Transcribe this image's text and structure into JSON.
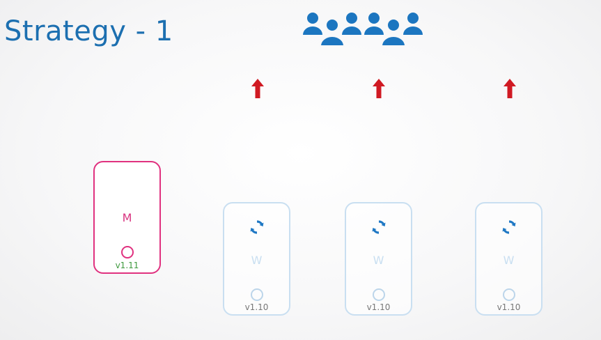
{
  "title": "Strategy - 1",
  "colors": {
    "title": "#1c6fb0",
    "users": "#1c76c0",
    "arrow": "#d01a23",
    "master_border": "#e0317f",
    "master_label": "#d8337f",
    "master_version": "#3f9a3f",
    "worker_border": "#c9dff1",
    "worker_label": "#c9dff1",
    "sync_icon": "#1f78c4"
  },
  "icons": {
    "users": "users-group-icon",
    "arrow": "arrow-up-icon",
    "sync": "sync-icon",
    "circle": "circle-icon"
  },
  "master": {
    "label": "M",
    "version": "v1.11"
  },
  "workers": [
    {
      "label": "W",
      "version": "v1.10"
    },
    {
      "label": "W",
      "version": "v1.10"
    },
    {
      "label": "W",
      "version": "v1.10"
    }
  ]
}
